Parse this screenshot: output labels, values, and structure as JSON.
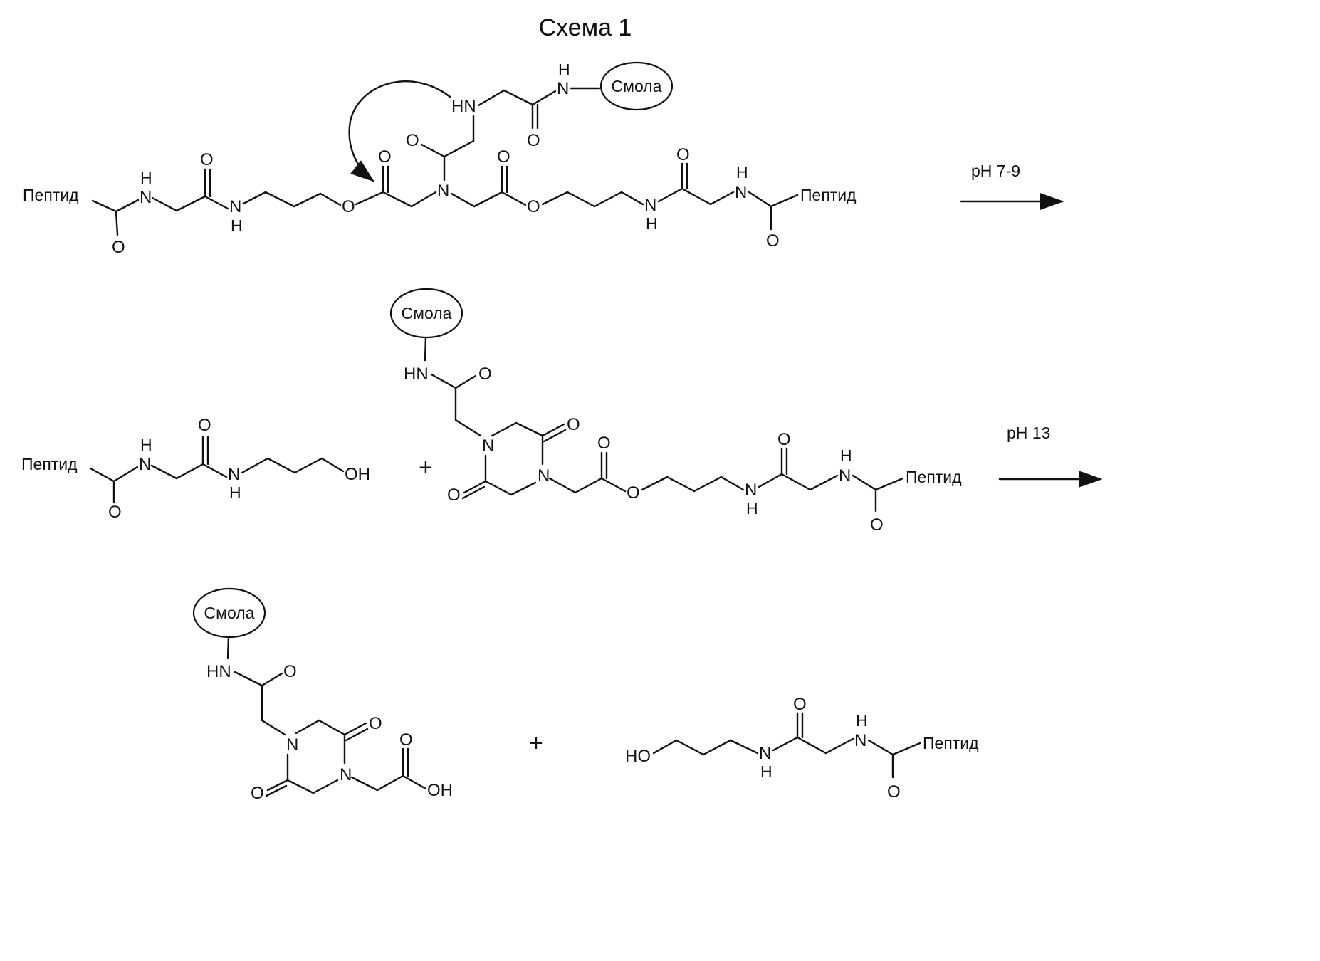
{
  "scheme": {
    "title": "Схема 1",
    "label_peptide": "Пептид",
    "label_resin": "Смола",
    "atoms": {
      "N": "N",
      "H": "H",
      "HN": "HN",
      "O": "O",
      "OH": "OH",
      "HO": "HO"
    },
    "plus_sign": "+",
    "step1_condition": "pH 7-9",
    "step2_condition": "pH 13"
  }
}
